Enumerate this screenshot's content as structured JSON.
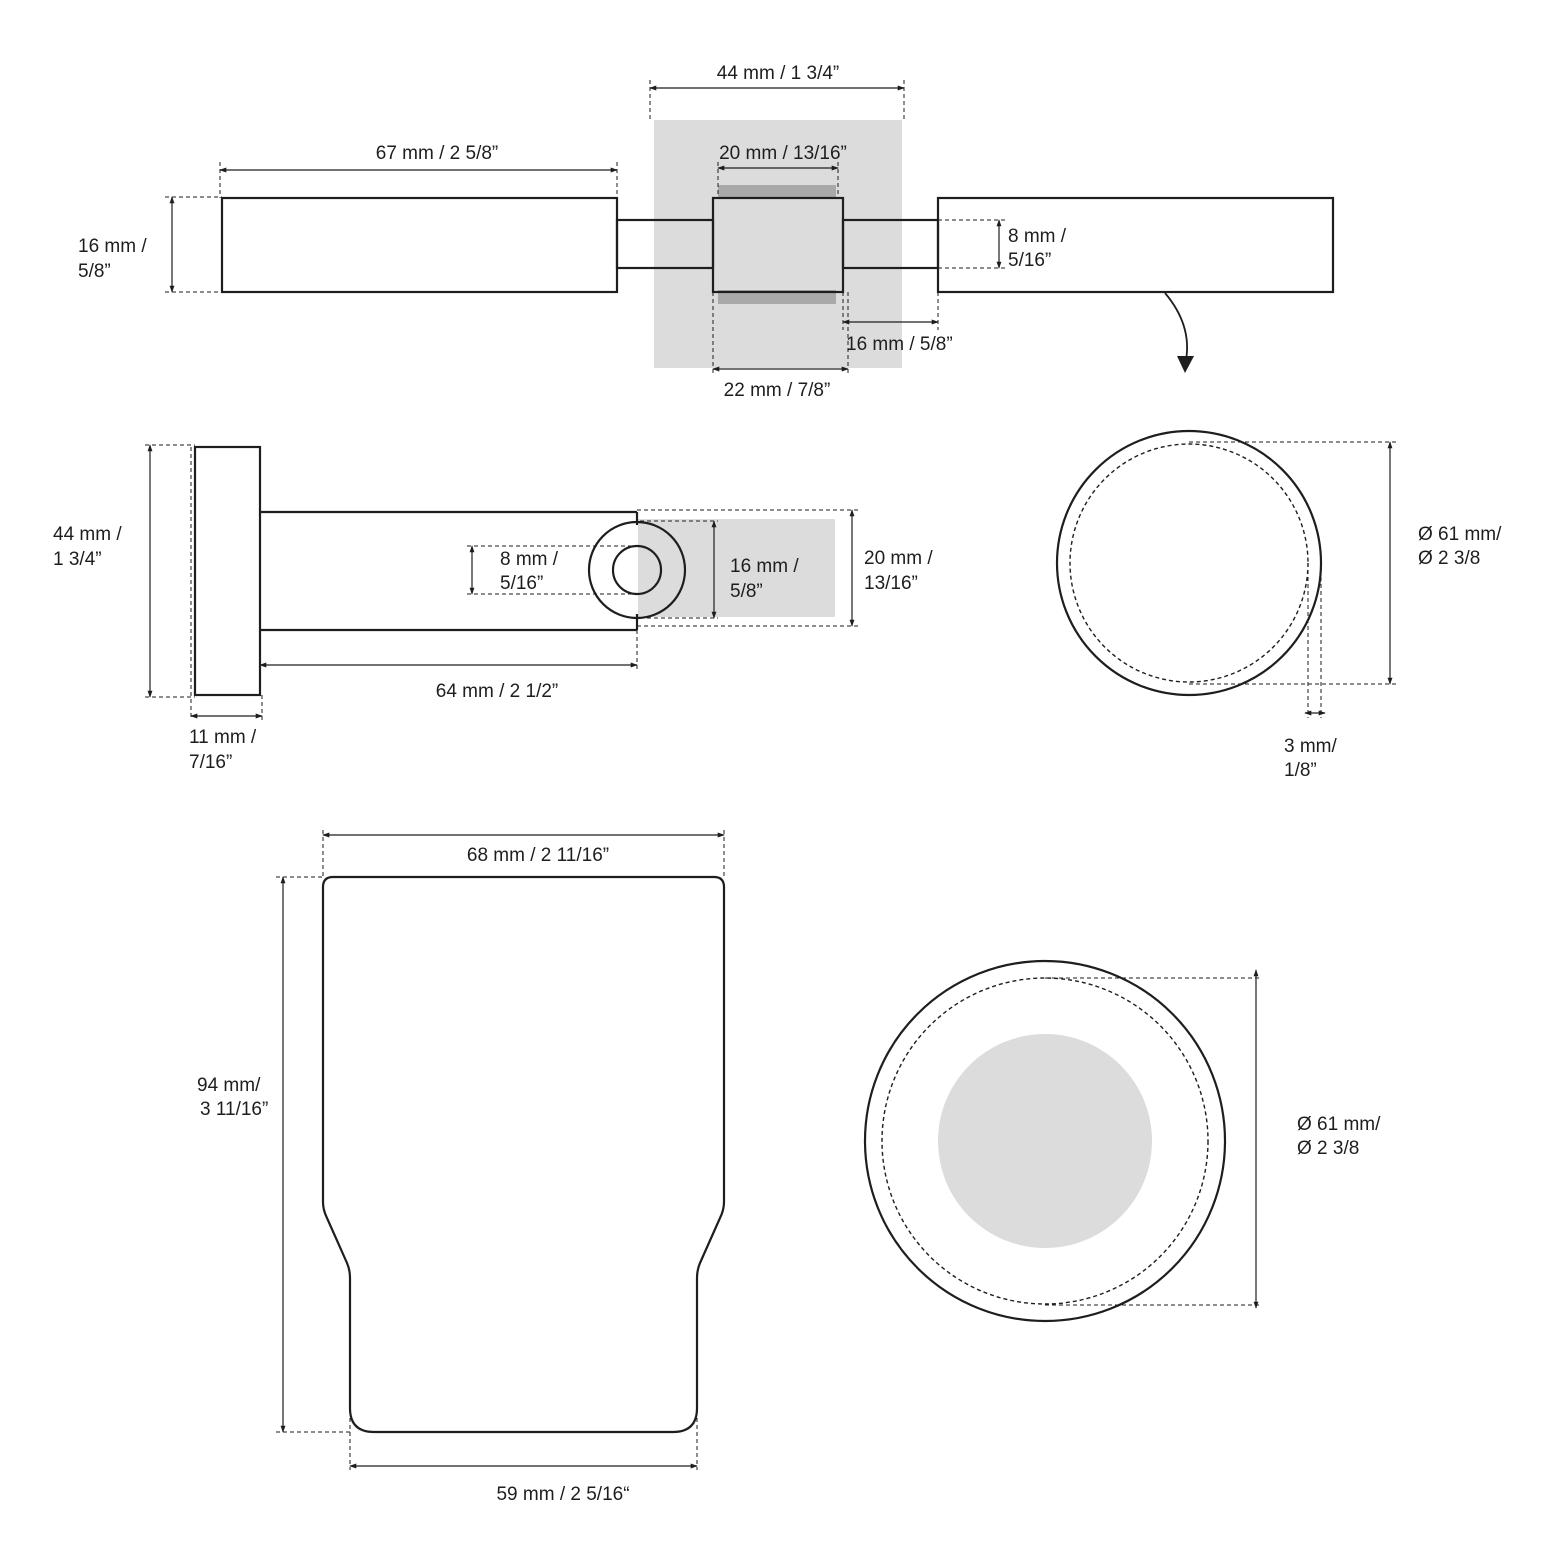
{
  "top_view": {
    "dim_plate_width": "44 mm /  1  3/4”",
    "dim_arm_length": "67 mm /  2  5/8”",
    "dim_block_width": "20 mm / 13/16”",
    "dim_arm_height_l1": "16 mm /",
    "dim_arm_height_l2": "5/8”",
    "dim_bar_height_l1": "8 mm /",
    "dim_bar_height_l2": "5/16”",
    "dim_gap": "16 mm / 5/8”",
    "dim_base_width": "22 mm /  7/8”"
  },
  "side_view": {
    "dim_plate_height_l1": "44 mm /",
    "dim_plate_height_l2": "1  3/4”",
    "dim_hole_l1": "8 mm /",
    "dim_hole_l2": "5/16”",
    "dim_ring_l1": "16 mm /",
    "dim_ring_l2": "5/8”",
    "dim_arm_height_l1": "20 mm /",
    "dim_arm_height_l2": "13/16”",
    "dim_arm_length": "64 mm / 2  1/2”",
    "dim_plate_thickness_l1": "11 mm /",
    "dim_plate_thickness_l2": "7/16”"
  },
  "ring_view": {
    "dim_diameter_l1": "Ø 61 mm/",
    "dim_diameter_l2": "Ø 2  3/8",
    "dim_wall_l1": "3 mm/",
    "dim_wall_l2": "1/8”"
  },
  "cup_view": {
    "dim_top_width": "68 mm /  2  11/16”",
    "dim_height_l1": "94 mm/",
    "dim_height_l2": "3  11/16”",
    "dim_bottom_width": "59 mm / 2  5/16“"
  },
  "cup_top_view": {
    "dim_diameter_l1": "Ø 61 mm/",
    "dim_diameter_l2": "Ø 2  3/8"
  }
}
